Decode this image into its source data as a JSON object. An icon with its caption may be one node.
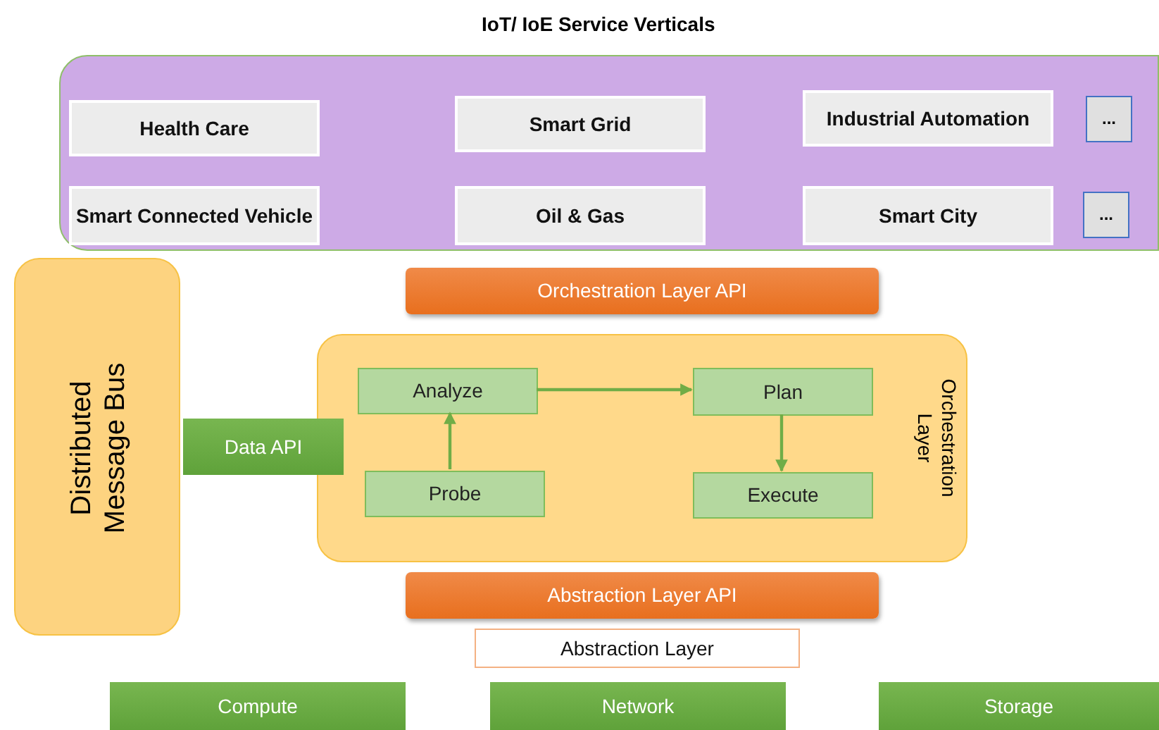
{
  "diagram": {
    "nodes": [
      {
        "text": [
          "IoT/ IoE Service Verticals"
        ]
      },
      {
        "text": [
          "Health Care"
        ],
        "in": 0
      },
      {
        "text": [
          "Smart Grid"
        ],
        "in": 0
      },
      {
        "text": [
          "Industrial Automation"
        ],
        "in": 0
      },
      {
        "text": [
          "..."
        ],
        "in": 0
      },
      {
        "text": [
          "Smart Connected Vehicle"
        ],
        "in": 0
      },
      {
        "text": [
          "Oil & Gas"
        ],
        "in": 0
      },
      {
        "text": [
          "Smart City"
        ],
        "in": 0
      },
      {
        "text": [
          "..."
        ],
        "in": 0
      },
      {
        "text": [
          "Distributed Message Bus"
        ]
      },
      {
        "text": [
          "Orchestration Layer API"
        ]
      },
      {
        "text": [
          "Orchestration Layer"
        ]
      },
      {
        "text": [
          "Analyze"
        ],
        "in": 11
      },
      {
        "text": [
          "Plan"
        ],
        "in": 11
      },
      {
        "text": [
          "Data API"
        ]
      },
      {
        "text": [
          "Probe"
        ],
        "in": 11
      },
      {
        "text": [
          "Execute"
        ],
        "in": 11
      },
      {
        "text": [
          "Abstraction Layer API"
        ]
      },
      {
        "text": [
          "Abstraction Layer"
        ]
      },
      {
        "text": [
          "Compute"
        ]
      },
      {
        "text": [
          "Network"
        ]
      },
      {
        "text": [
          "Storage"
        ]
      }
    ],
    "edges": [
      {
        "from": 15,
        "to": 12,
        "arrow": "to"
      },
      {
        "from": 12,
        "to": 13,
        "arrow": "to"
      },
      {
        "from": 13,
        "to": 16,
        "arrow": "to"
      }
    ]
  }
}
